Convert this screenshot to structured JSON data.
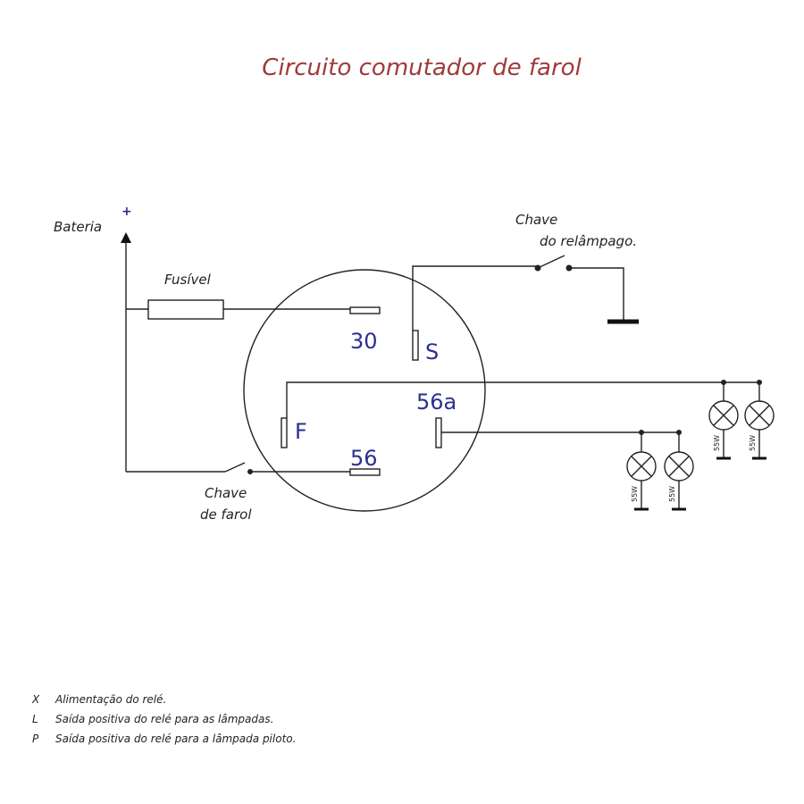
{
  "title": "Circuito comutador de farol",
  "labels": {
    "bateria": "Bateria",
    "plus": "+",
    "fusivel": "Fusível",
    "chave_relampago_1": "Chave",
    "chave_relampago_2": "do relâmpago.",
    "chave_farol_1": "Chave",
    "chave_farol_2": "de farol"
  },
  "terminals": {
    "t30": "30",
    "tS": "S",
    "tF": "F",
    "t56a": "56a",
    "t56": "56"
  },
  "lamps": {
    "l1": "55W",
    "l2": "55W",
    "l3": "55W",
    "l4": "55W"
  },
  "legend": [
    {
      "key": "X",
      "text": "Alimentação do relé."
    },
    {
      "key": "L",
      "text": "Saída positiva do relé para as lâmpadas."
    },
    {
      "key": "P",
      "text": "Saída positiva do relé para a lâmpada piloto."
    }
  ]
}
